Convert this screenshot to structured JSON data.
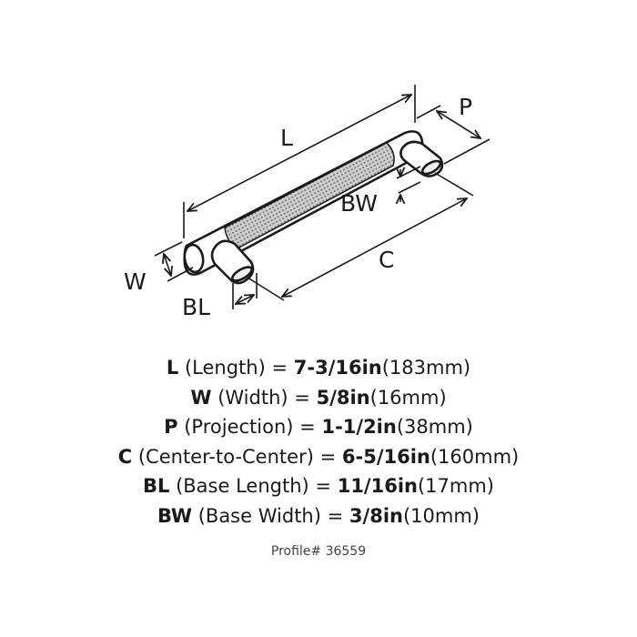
{
  "diagram": {
    "labels": {
      "L": "L",
      "P": "P",
      "BW": "BW",
      "C": "C",
      "W": "W",
      "BL": "BL"
    }
  },
  "specs": [
    {
      "code": "L",
      "name": "(Length)",
      "eq": "=",
      "imperial": "7-3/16in",
      "metric": "(183mm)"
    },
    {
      "code": "W",
      "name": "(Width)",
      "eq": "=",
      "imperial": "5/8in",
      "metric": "(16mm)"
    },
    {
      "code": "P",
      "name": "(Projection)",
      "eq": "=",
      "imperial": "1-1/2in",
      "metric": "(38mm)"
    },
    {
      "code": "C",
      "name": "(Center-to-Center)",
      "eq": "=",
      "imperial": "6-5/16in",
      "metric": "(160mm)"
    },
    {
      "code": "BL",
      "name": "(Base Length)",
      "eq": "=",
      "imperial": "11/16in",
      "metric": "(17mm)"
    },
    {
      "code": "BW",
      "name": "(Base Width)",
      "eq": "=",
      "imperial": "3/8in",
      "metric": "(10mm)"
    }
  ],
  "profile": "Profile# 36559",
  "colors": {
    "line": "#1a1a1a",
    "knurl": "#9a9a9a",
    "background": "#ffffff"
  }
}
